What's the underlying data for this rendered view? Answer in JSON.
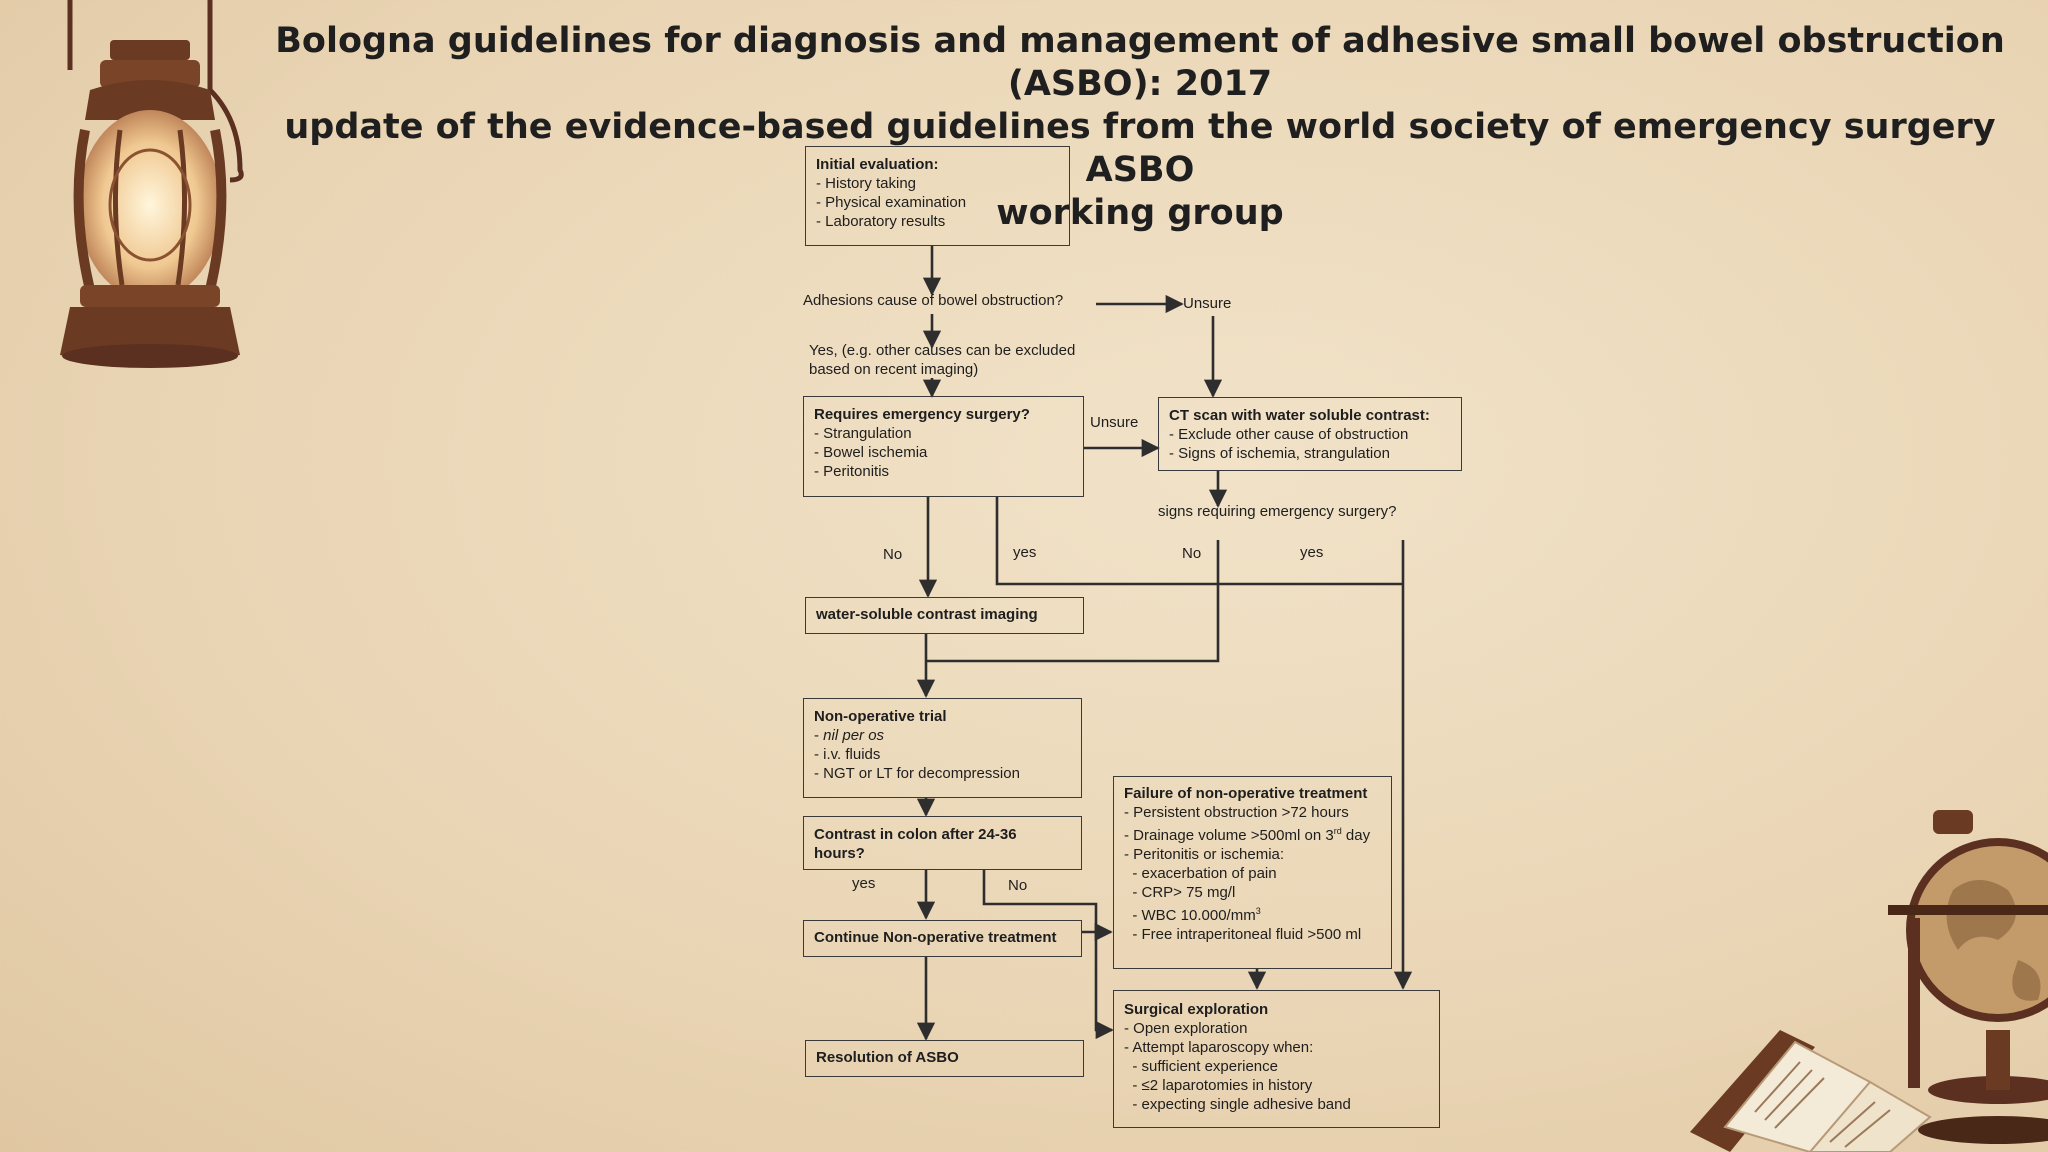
{
  "title": {
    "line1": "Bologna guidelines for diagnosis and management of adhesive small bowel obstruction (ASBO): 2017",
    "line2": "update of the evidence-based guidelines from the world society of emergency surgery ASBO",
    "line3": "working group"
  },
  "flow": {
    "initial": {
      "title": "Initial evaluation:",
      "items": [
        "- History taking",
        "- Physical examination",
        "- Laboratory results"
      ]
    },
    "q_adhesions": "Adhesions cause of bowel obstruction?",
    "unsure_top": "Unsure",
    "yes_note_1": "Yes, (e.g. other causes can be excluded",
    "yes_note_2": "based on recent imaging)",
    "emergency": {
      "title": "Requires emergency surgery?",
      "items": [
        "- Strangulation",
        "- Bowel ischemia",
        "- Peritonitis"
      ]
    },
    "unsure_mid": "Unsure",
    "ct": {
      "title": "CT scan with water soluble contrast:",
      "items": [
        "- Exclude other cause of obstruction",
        "- Signs of ischemia, strangulation"
      ]
    },
    "q_signs": "signs requiring emergency surgery?",
    "no_left": "No",
    "yes_left": "yes",
    "no_right": "No",
    "yes_right": "yes",
    "wsci": "water-soluble contrast imaging",
    "nonop": {
      "title": "Non-operative trial",
      "items": [
        "- ",
        "nil per os",
        "- i.v. fluids",
        "- NGT or LT for decompression"
      ]
    },
    "contrast_colon": {
      "line1": "Contrast in colon after 24-36",
      "line2": "hours?"
    },
    "yes_colon": "yes",
    "no_colon": "No",
    "continue": "Continue Non-operative treatment",
    "resolution": "Resolution of ASBO",
    "failure": {
      "title": "Failure of non-operative treatment",
      "items": [
        "- Persistent obstruction >72 hours",
        "- Drainage volume >500ml on 3",
        "rd",
        " day",
        "- Peritonitis or ischemia:",
        "  - exacerbation of pain",
        "  - CRP> 75 mg/l",
        "  - WBC 10.000/mm",
        "3",
        "  - Free intraperitoneal fluid >500 ml"
      ]
    },
    "surgical": {
      "title": "Surgical exploration",
      "items": [
        "- Open exploration",
        "- Attempt laparoscopy when:",
        "  - sufficient experience",
        "  - ≤2 laparotomies in history",
        "  - expecting single adhesive band"
      ]
    }
  },
  "decor": {
    "lantern_icon": "lantern-icon",
    "globe_icon": "globe-icon",
    "book_icon": "book-icon",
    "colors": {
      "background": "#ecdabb",
      "line": "#2e2e2e",
      "wood": "#6b3a22"
    }
  }
}
